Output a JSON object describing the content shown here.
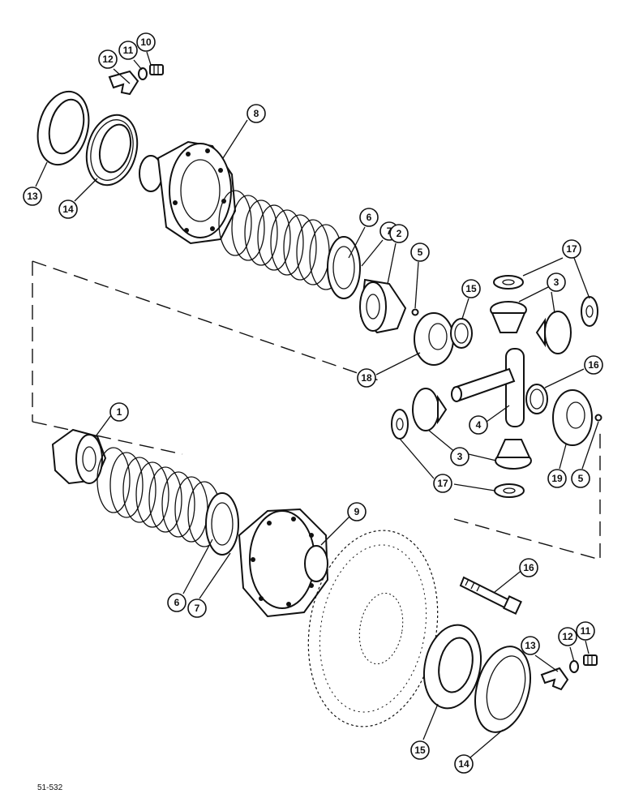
{
  "figure_ref": "51-532",
  "callouts": [
    {
      "id": "c1",
      "label": "1"
    },
    {
      "id": "c2",
      "label": "2"
    },
    {
      "id": "c3a",
      "label": "3"
    },
    {
      "id": "c3b",
      "label": "3"
    },
    {
      "id": "c4",
      "label": "4"
    },
    {
      "id": "c5a",
      "label": "5"
    },
    {
      "id": "c5b",
      "label": "5"
    },
    {
      "id": "c6a",
      "label": "6"
    },
    {
      "id": "c6b",
      "label": "6"
    },
    {
      "id": "c7a",
      "label": "7"
    },
    {
      "id": "c7b",
      "label": "7"
    },
    {
      "id": "c8",
      "label": "8"
    },
    {
      "id": "c9",
      "label": "9"
    },
    {
      "id": "c10a",
      "label": "10"
    },
    {
      "id": "c10b",
      "label": "10"
    },
    {
      "id": "c11a",
      "label": "11"
    },
    {
      "id": "c11b",
      "label": "11"
    },
    {
      "id": "c12a",
      "label": "12"
    },
    {
      "id": "c12b",
      "label": "12"
    },
    {
      "id": "c13a",
      "label": "13"
    },
    {
      "id": "c13b",
      "label": "13"
    },
    {
      "id": "c14a",
      "label": "14"
    },
    {
      "id": "c14b",
      "label": "14"
    },
    {
      "id": "c15a",
      "label": "15"
    },
    {
      "id": "c15b",
      "label": "15"
    },
    {
      "id": "c16",
      "label": "16"
    },
    {
      "id": "c17a",
      "label": "17"
    },
    {
      "id": "c17b",
      "label": "17"
    },
    {
      "id": "c18",
      "label": "18"
    },
    {
      "id": "c19",
      "label": "19"
    }
  ]
}
